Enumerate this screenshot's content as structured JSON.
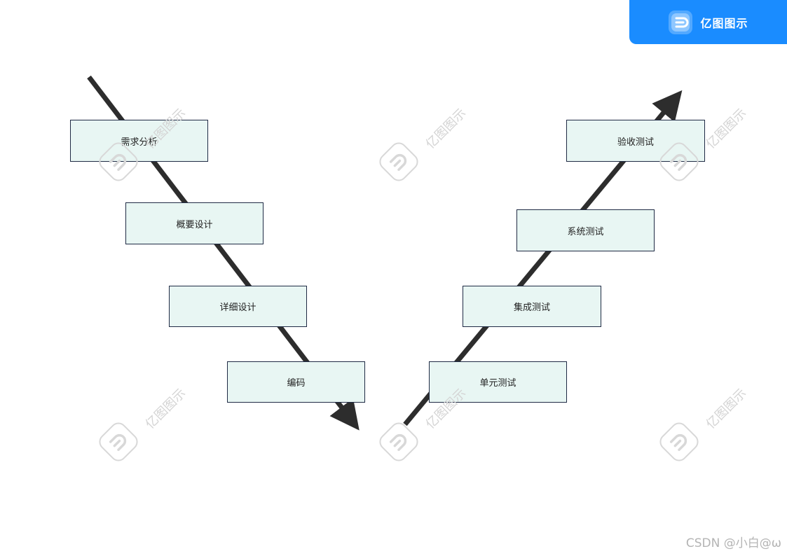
{
  "brand": {
    "name": "亿图图示",
    "color": "#1a8cff",
    "icon": "edraw-logo-icon"
  },
  "diagram": {
    "type": "v-model",
    "left_branch": [
      {
        "id": "requirements",
        "label": "需求分析"
      },
      {
        "id": "outline-design",
        "label": "概要设计"
      },
      {
        "id": "detailed-design",
        "label": "详细设计"
      },
      {
        "id": "coding",
        "label": "编码"
      }
    ],
    "right_branch": [
      {
        "id": "unit-test",
        "label": "单元测试"
      },
      {
        "id": "integration-test",
        "label": "集成测试"
      },
      {
        "id": "system-test",
        "label": "系统测试"
      },
      {
        "id": "acceptance-test",
        "label": "验收测试"
      }
    ],
    "box_fill": "#e8f6f3",
    "box_border": "#1f2a44",
    "arrow_color": "#2d2d2d"
  },
  "watermark": {
    "text": "亿图图示",
    "icon": "edraw-watermark-icon"
  },
  "footer": {
    "credit": "CSDN @小白@ω"
  }
}
